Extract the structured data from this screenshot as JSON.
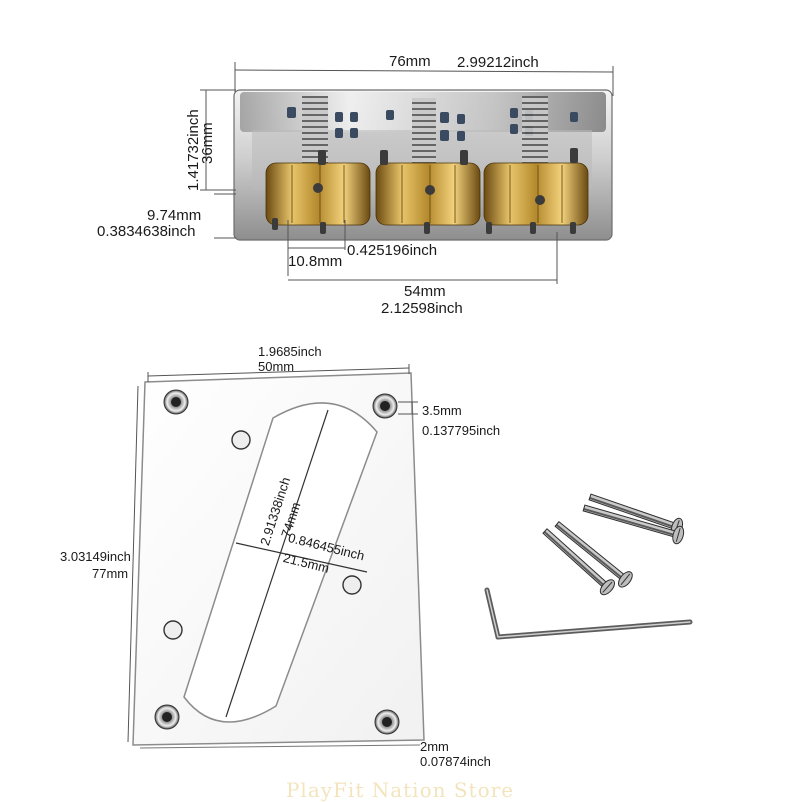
{
  "bridge": {
    "width_mm": "76mm",
    "width_inch": "2.99212inch",
    "height_inch": "1.41732inch",
    "height_mm": "36mm",
    "wall_mm": "9.74mm",
    "wall_inch": "0.3834638inch",
    "saddle_inch": "0.425196inch",
    "saddle_mm": "10.8mm",
    "spacing_mm": "54mm",
    "spacing_inch": "2.12598inch"
  },
  "plate": {
    "width_inch": "1.9685inch",
    "width_mm": "50mm",
    "hole_mm": "3.5mm",
    "hole_inch": "0.137795inch",
    "slot_length_inch": "2.91338inch",
    "slot_length_mm": "74mm",
    "slot_width_inch": "0.846455inch",
    "slot_width_mm": "21.5mm",
    "height_inch": "3.03149inch",
    "height_mm": "77mm",
    "thickness_mm": "2mm",
    "thickness_inch": "0.07874inch"
  },
  "watermark": "PlayFit Nation Store"
}
